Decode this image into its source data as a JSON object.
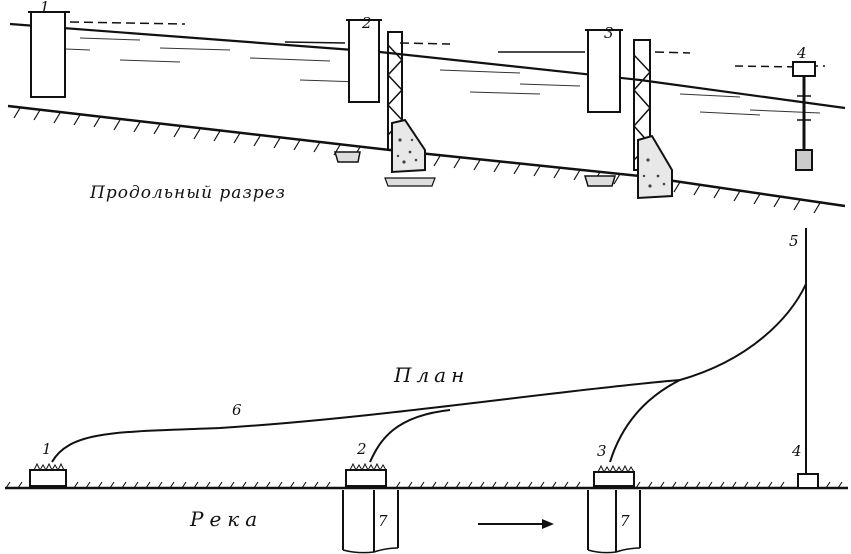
{
  "section": {
    "caption": "Продольный разрез",
    "posts": [
      {
        "id": "post-1",
        "label": "1"
      },
      {
        "id": "post-2",
        "label": "2"
      },
      {
        "id": "post-3",
        "label": "3"
      },
      {
        "id": "post-4",
        "label": "4"
      }
    ]
  },
  "plan": {
    "title": "План",
    "river_label": "Река",
    "labels": {
      "gauge_1": "1",
      "gauge_2": "2",
      "gauge_3": "3",
      "gauge_4": "4",
      "line_5": "5",
      "line_6": "6",
      "area_7a": "7",
      "area_7b": "7"
    }
  },
  "colors": {
    "ink": "#111111",
    "paper": "#ffffff"
  }
}
